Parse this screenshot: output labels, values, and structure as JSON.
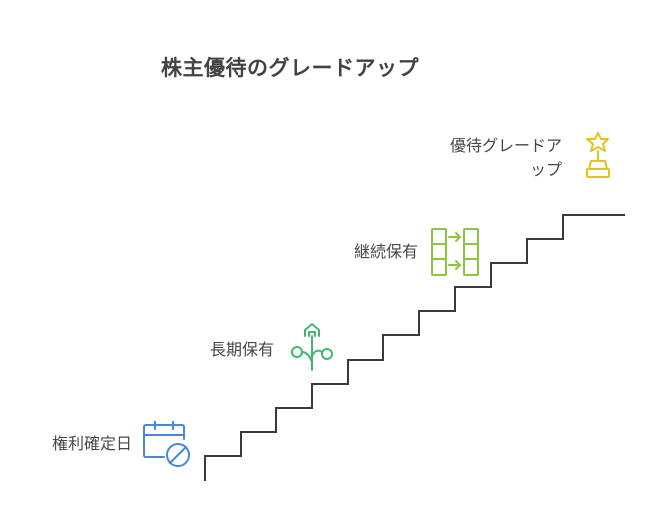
{
  "title": "株主優待のグレードアップ",
  "steps": [
    {
      "label": "権利確定日",
      "icon": "calendar-cancel-icon",
      "color": "#4a86d9"
    },
    {
      "label": "長期保有",
      "icon": "growth-plant-icon",
      "color": "#3fb872"
    },
    {
      "label": "継続保有",
      "icon": "transfer-columns-icon",
      "color": "#8cc63f"
    },
    {
      "label_line1": "優待グレードア",
      "label_line2": "ップ",
      "icon": "trophy-icon",
      "color": "#e3c41d"
    }
  ],
  "colors": {
    "stair_line": "#3a3a3a",
    "text": "#484848"
  }
}
